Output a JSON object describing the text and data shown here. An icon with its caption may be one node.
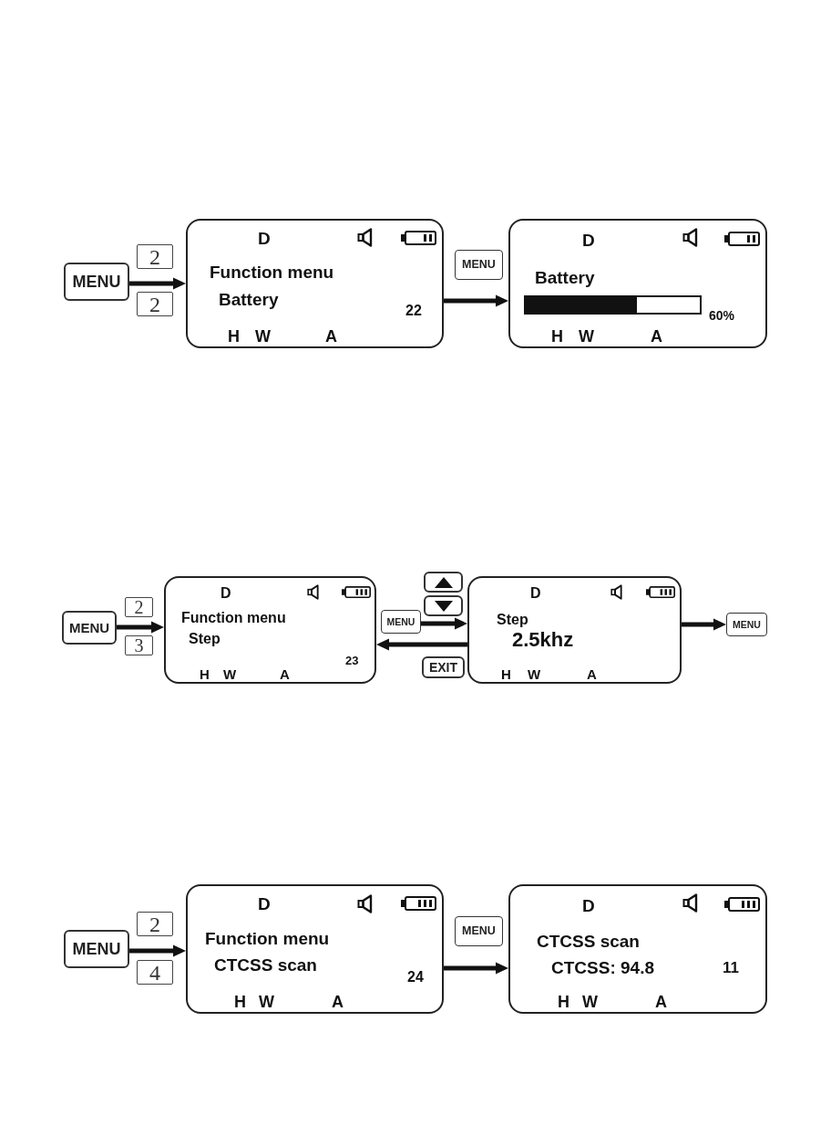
{
  "diagram": {
    "nodes": [
      {
        "text": [
          "MENU"
        ]
      },
      {
        "text": [
          "2"
        ]
      },
      {
        "text": [
          "2"
        ]
      },
      {
        "text": [
          "D",
          "Function menu",
          "Battery",
          "22",
          "H",
          "W",
          "A"
        ]
      },
      {
        "text": [
          "MENU"
        ]
      },
      {
        "text": [
          "D",
          "Battery",
          "60%",
          "H",
          "W",
          "A"
        ]
      },
      {
        "text": [
          "MENU"
        ]
      },
      {
        "text": [
          "2"
        ]
      },
      {
        "text": [
          "3"
        ]
      },
      {
        "text": [
          "D",
          "Function menu",
          "Step",
          "23",
          "H",
          "W",
          "A"
        ]
      },
      {
        "text": [
          "MENU"
        ]
      },
      {
        "text": [],
        "shape": "box"
      },
      {
        "text": [],
        "shape": "box"
      },
      {
        "text": [
          "EXIT"
        ]
      },
      {
        "text": [
          "D",
          "Step",
          "2.5khz",
          "H",
          "W",
          "A"
        ]
      },
      {
        "text": [
          "MENU"
        ]
      },
      {
        "text": [
          "MENU"
        ]
      },
      {
        "text": [
          "2"
        ]
      },
      {
        "text": [
          "4"
        ]
      },
      {
        "text": [
          "D",
          "Function menu",
          "CTCSS scan",
          "24",
          "H",
          "W",
          "A"
        ]
      },
      {
        "text": [
          "MENU"
        ]
      },
      {
        "text": [
          "D",
          "CTCSS scan",
          "CTCSS: 94.8",
          "11",
          "H",
          "W",
          "A"
        ]
      }
    ],
    "edges": [
      {
        "from": 0,
        "to": 3,
        "arrow": "to"
      },
      {
        "from": 3,
        "to": 5,
        "arrow": "to"
      },
      {
        "from": 6,
        "to": 9,
        "arrow": "to"
      },
      {
        "from": 10,
        "to": 14,
        "arrow": "to"
      },
      {
        "from": 14,
        "to": 9,
        "arrow": "to"
      },
      {
        "from": 14,
        "to": 15,
        "arrow": "to"
      },
      {
        "from": 16,
        "to": 19,
        "arrow": "to"
      },
      {
        "from": 19,
        "to": 21,
        "arrow": "to"
      }
    ]
  }
}
